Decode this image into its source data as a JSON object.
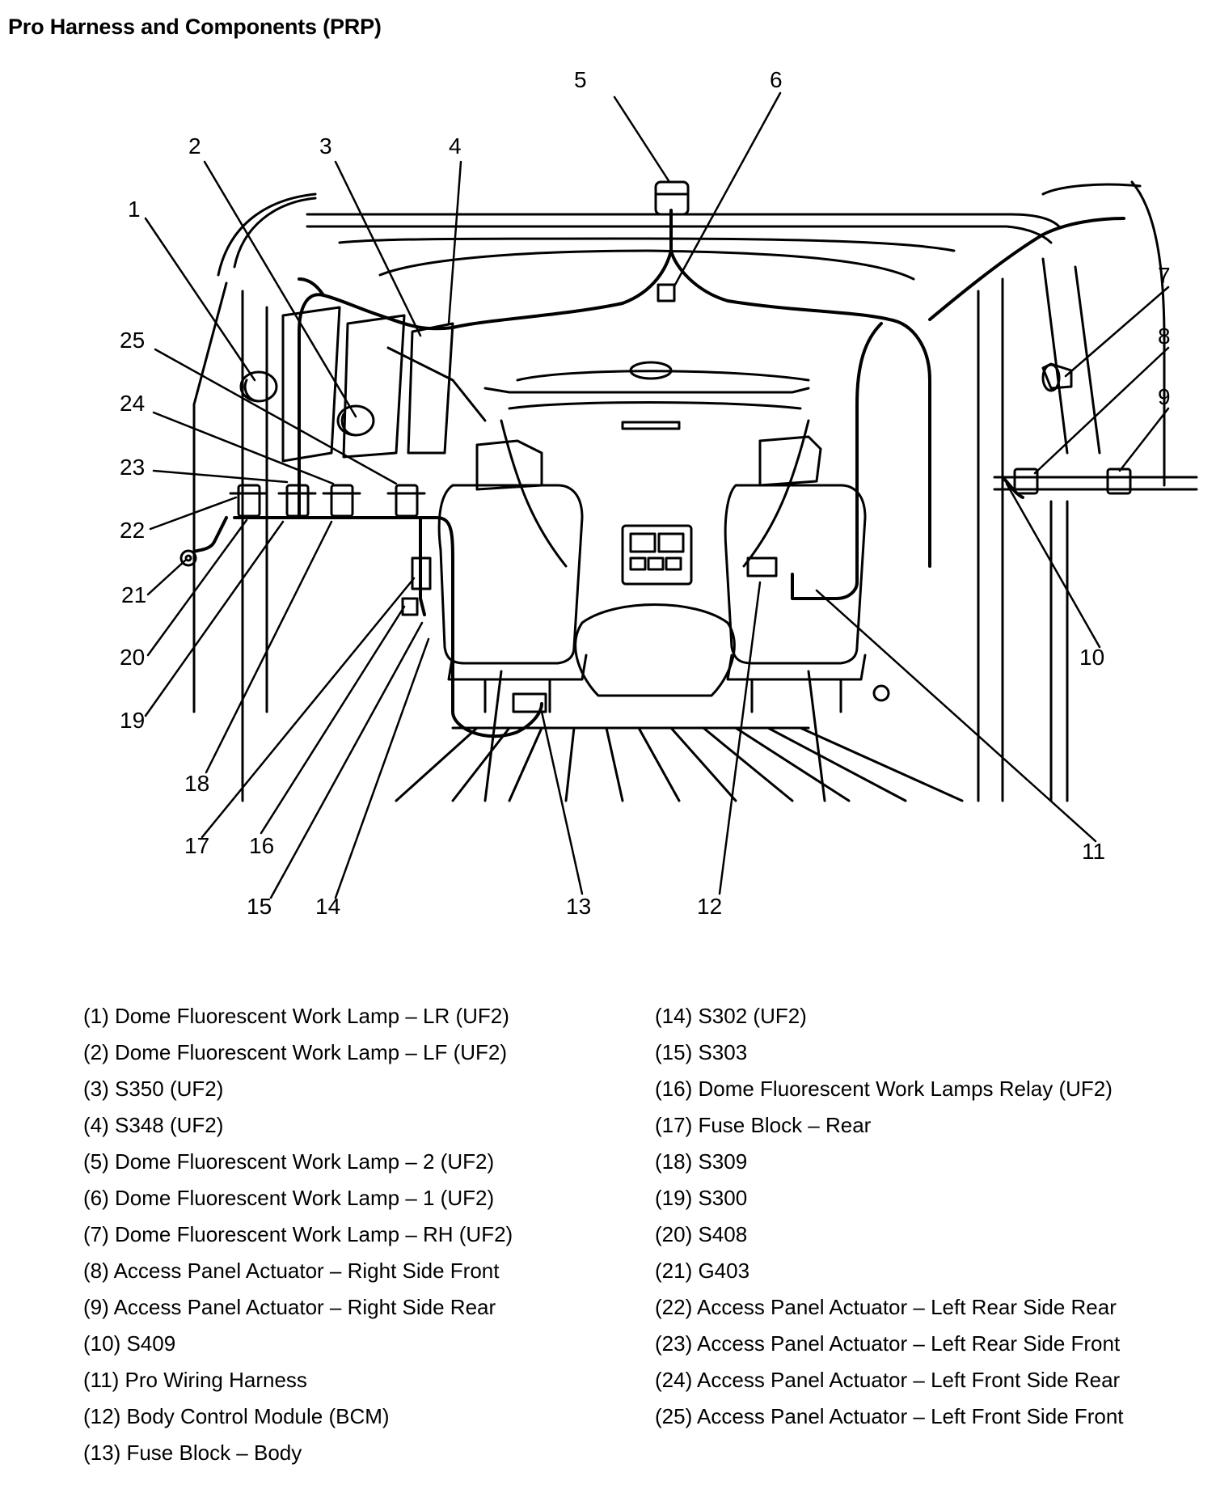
{
  "title": "Pro Harness and Components (PRP)",
  "callout_numbers": [
    "1",
    "2",
    "3",
    "4",
    "5",
    "6",
    "7",
    "8",
    "9",
    "10",
    "11",
    "12",
    "13",
    "14",
    "15",
    "16",
    "17",
    "18",
    "19",
    "20",
    "21",
    "22",
    "23",
    "24",
    "25"
  ],
  "legend_left": [
    "(1) Dome Fluorescent Work Lamp – LR (UF2)",
    "(2) Dome Fluorescent Work Lamp – LF (UF2)",
    "(3) S350 (UF2)",
    "(4) S348 (UF2)",
    "(5) Dome Fluorescent Work Lamp – 2 (UF2)",
    "(6) Dome Fluorescent Work Lamp – 1 (UF2)",
    "(7) Dome Fluorescent Work Lamp – RH (UF2)",
    "(8) Access Panel Actuator – Right Side Front",
    "(9) Access Panel Actuator – Right Side Rear",
    "(10) S409",
    "(11) Pro Wiring Harness",
    "(12) Body Control Module (BCM)",
    "(13) Fuse Block – Body"
  ],
  "legend_right": [
    "(14) S302 (UF2)",
    "(15) S303",
    "(16) Dome Fluorescent Work Lamps Relay (UF2)",
    "(17) Fuse Block – Rear",
    "(18) S309",
    "(19) S300",
    "(20) S408",
    "(21) G403",
    "(22) Access Panel Actuator – Left Rear Side Rear",
    "(23) Access Panel Actuator – Left Rear Side Front",
    "(24) Access Panel Actuator – Left Front Side Rear",
    "(25) Access Panel Actuator – Left Front Side Front"
  ]
}
